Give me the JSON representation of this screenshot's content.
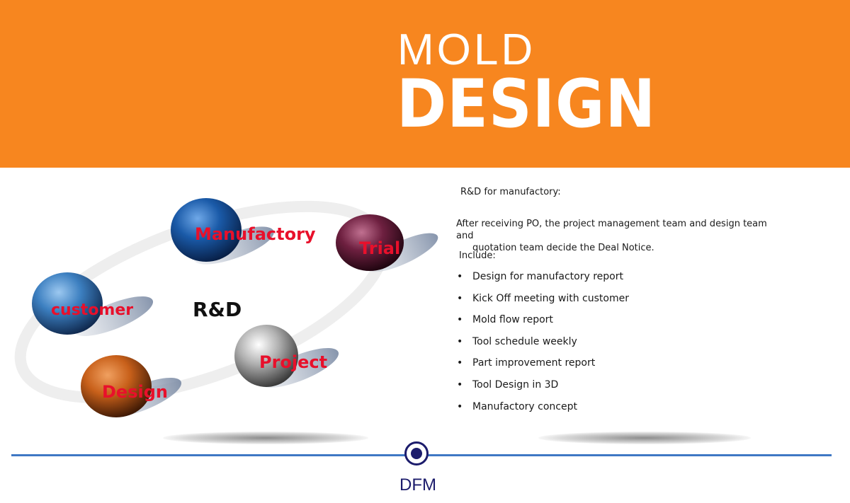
{
  "header": {
    "title_line1": "MOLD",
    "title_line2": "DESIGN",
    "background_color": "#f7861f"
  },
  "diagram": {
    "center_label": "R&D",
    "nodes": [
      {
        "label": "Manufactory",
        "color": "#1a5aa8"
      },
      {
        "label": "Trial",
        "color": "#6e2040"
      },
      {
        "label": "customer",
        "color": "#3c7fc0"
      },
      {
        "label": "Project",
        "color": "#b0b0b0"
      },
      {
        "label": "Design",
        "color": "#c8601a"
      }
    ],
    "label_color": "#e8102b"
  },
  "info": {
    "heading": "R&D for manufactory:",
    "paragraph_line1": "After receiving PO, the project management team and design team and",
    "paragraph_line2": "quotation team decide the Deal Notice.",
    "include_label": "Include:",
    "items": [
      "Design for manufactory report",
      "Kick Off meeting with customer",
      "Mold flow report",
      "Tool schedule weekly",
      "Part improvement report",
      "Tool Design in 3D",
      "Manufactory concept"
    ]
  },
  "timeline": {
    "label": "DFM",
    "line_color": "#3f78c4",
    "marker_color": "#1c1c6c"
  }
}
